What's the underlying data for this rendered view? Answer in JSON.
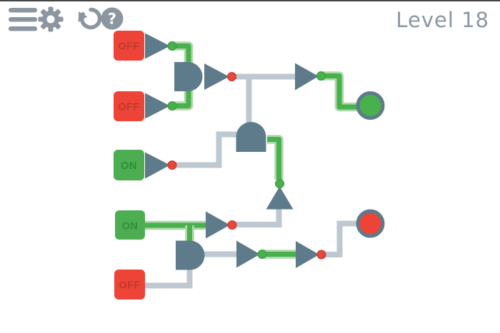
{
  "header": {
    "level_label": "Level 18",
    "help_glyph": "?",
    "icons": [
      "menu-icon",
      "settings-icon",
      "undo-icon",
      "help-icon"
    ]
  },
  "circuit": {
    "switches": [
      {
        "id": "switch-top-1",
        "label": "OFF",
        "state": "off",
        "color": "#ee4438"
      },
      {
        "id": "switch-top-2",
        "label": "OFF",
        "state": "off",
        "color": "#ee4438"
      },
      {
        "id": "switch-middle",
        "label": "ON",
        "state": "on",
        "color": "#4cae50"
      },
      {
        "id": "switch-bottom-1",
        "label": "ON",
        "state": "on",
        "color": "#4cae50"
      },
      {
        "id": "switch-bottom-2",
        "label": "OFF",
        "state": "off",
        "color": "#ee4438"
      }
    ],
    "gates": [
      {
        "id": "not-after-switch-top-1",
        "type": "not-gate",
        "orientation": "right",
        "output_dot": "green"
      },
      {
        "id": "not-after-switch-top-2",
        "type": "not-gate",
        "orientation": "right",
        "output_dot": "green"
      },
      {
        "id": "and-top",
        "type": "and-gate",
        "orientation": "right"
      },
      {
        "id": "not-after-and-top",
        "type": "not-gate",
        "orientation": "right",
        "output_dot": "red"
      },
      {
        "id": "not-before-bulb-top",
        "type": "not-gate",
        "orientation": "right",
        "output_dot": "green"
      },
      {
        "id": "and-middle",
        "type": "and-gate",
        "orientation": "up"
      },
      {
        "id": "not-after-switch-middle",
        "type": "not-gate",
        "orientation": "right",
        "output_dot": "red"
      },
      {
        "id": "not-up",
        "type": "not-gate",
        "orientation": "up",
        "output_dot": "green"
      },
      {
        "id": "not-after-switch-bottom-1",
        "type": "not-gate",
        "orientation": "right",
        "output_dot": "red"
      },
      {
        "id": "and-bottom",
        "type": "and-gate",
        "orientation": "right"
      },
      {
        "id": "not-after-and-bottom",
        "type": "not-gate",
        "orientation": "right",
        "output_dot": "green"
      },
      {
        "id": "not-before-bulb-bottom",
        "type": "not-gate",
        "orientation": "right",
        "output_dot": "red"
      }
    ],
    "bulbs": [
      {
        "id": "bulb-top",
        "state": "on",
        "color": "#48b14c"
      },
      {
        "id": "bulb-bottom",
        "state": "off",
        "color": "#ee4438"
      }
    ]
  },
  "colors": {
    "wire_active": "#48b14c",
    "wire_inactive": "#bdc8d0",
    "gate": "#5e7b8b",
    "switch_on": "#4cae50",
    "switch_off": "#ee4438",
    "dot_on": "#48b14c",
    "dot_off": "#e8473c",
    "header_icon": "#8c96a0",
    "level_text": "#8a96a3"
  }
}
